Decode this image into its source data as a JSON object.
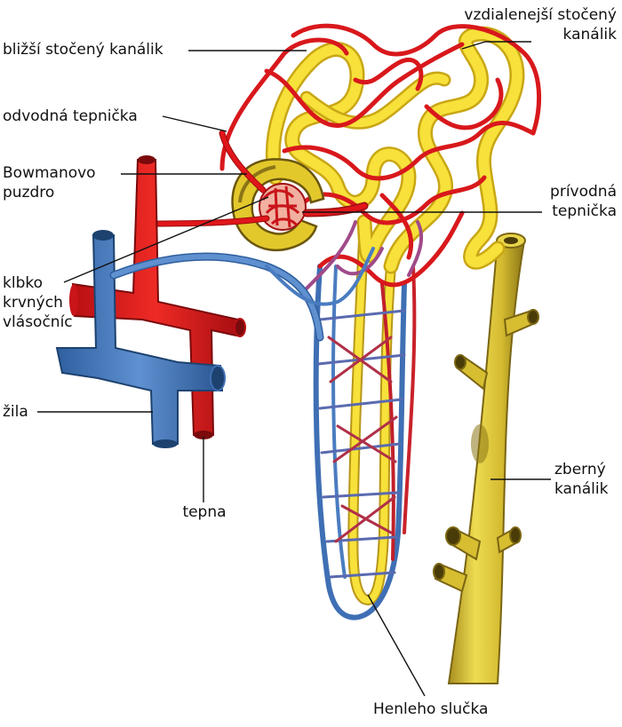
{
  "labels": {
    "proximal": "bližší stočený kanálik",
    "distal": [
      "vzdialenejší stočený",
      "kanálik"
    ],
    "efferent": "odvodná tepnička",
    "bowman": [
      "Bowmanovo",
      "puzdro"
    ],
    "afferent": [
      "prívodná",
      "tepnička"
    ],
    "glomerulus": [
      "klbko",
      "krvných",
      "vlásočníc"
    ],
    "vein": "žila",
    "artery": "tepna",
    "collecting": [
      "zberný",
      "kanálik"
    ],
    "henle": "Henleho slučka"
  },
  "colors": {
    "artery": "#e0161b",
    "artery_dark": "#9c0d10",
    "vein": "#4a7cc0",
    "vein_dark": "#254f8c",
    "tubule": "#f7e13a",
    "tubule_dark": "#c9a615",
    "duct": "#d9c034",
    "duct_dark": "#8a7516",
    "capillary_mix": "#a04a8a",
    "leader": "#111111"
  }
}
